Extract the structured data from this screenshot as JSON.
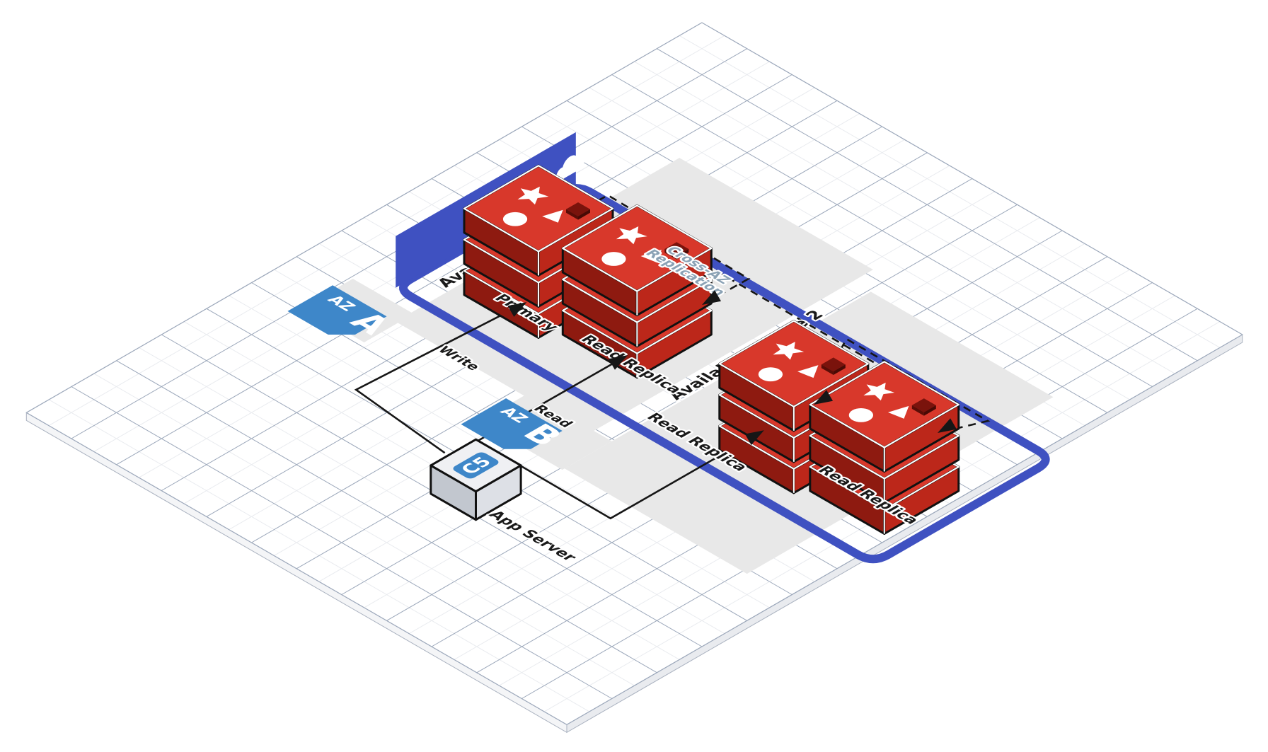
{
  "diagram": {
    "vpc_label": "vpc",
    "zone1_label": "Availability Zone 1",
    "zone2_label": "Availability Zone 2",
    "az_badge_a": {
      "prefix": "AZ",
      "letter": "A"
    },
    "az_badge_b": {
      "prefix": "AZ",
      "letter": "B"
    },
    "nodes": {
      "primary": {
        "label": "Primary"
      },
      "replica1": {
        "label": "Read Replica"
      },
      "replica2": {
        "label": "Read Replica"
      },
      "replica3": {
        "label": "Read Replica"
      },
      "app_server": {
        "label": "App Server",
        "badge": "C5"
      }
    },
    "edges": {
      "write": {
        "label": "Write"
      },
      "read": {
        "label": "Read"
      },
      "replication": {
        "label_line1": "Cross-AZ",
        "label_line2": "Replication"
      }
    },
    "colors": {
      "vpc_blue": "#3f51c1",
      "az_badge_blue": "#3e87c9",
      "zone_gray": "#e8e8e8",
      "redis_top": "#d8382b",
      "redis_left": "#8e1a10",
      "redis_right": "#bc271a",
      "cube_dark": "#7a130c",
      "grid_major": "#9ba7ba",
      "grid_minor": "#e9ebef",
      "line_black": "#161616",
      "crossaz_text": "#8ba2b5",
      "box_top": "#eff0f3",
      "box_left": "#c2c7cf",
      "box_right": "#dde0e6"
    }
  }
}
